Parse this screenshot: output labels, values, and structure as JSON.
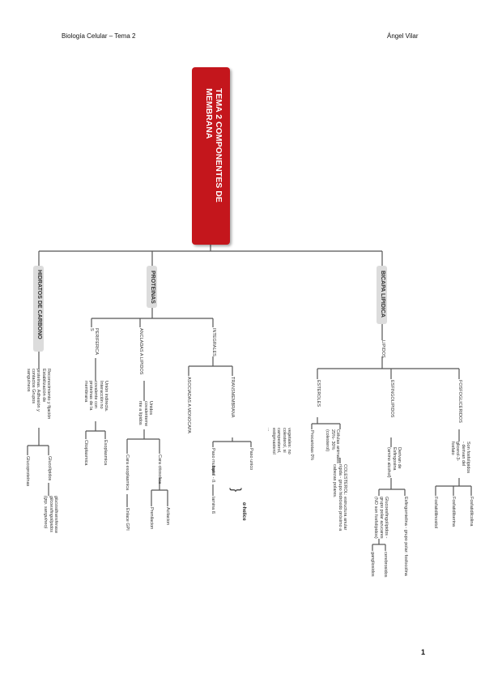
{
  "header": {
    "left": "Biología Celular – Tema 2",
    "right": "Ángel Vilar"
  },
  "page_number": "1",
  "title": "TEMA 2 COMPONENTES DE\nMEMBRANA",
  "branches": {
    "hidratos": "HIDRATOS DE CARBONO",
    "proteinas": "PROTEINAS",
    "bicapa": "BICAPA LIPIDICA"
  },
  "hidratos": {
    "desc": "Reconocimiento y fijación\nEstabilización de\nproteínas. Adhesión y\ncontactos Grupos\nsanguíneos",
    "glicolipidos": "Glucolípidos",
    "glicolipidos_desc": "glucosiltransferasa\nglicoesfingolípidos\n(grp. sanguíneo)",
    "glicoproteinas": "Glucoproteínas"
  },
  "proteinas": {
    "perifericas": "PERIFERICA\nS",
    "perif_desc": "Unión indirecta.\nInteracción no\ncovalente con\nproteínas de la\nmembrana",
    "exoplasmica": "Exoplasmica",
    "citoplasmica": "Citoplasmica",
    "ancladas": "ANCLADAS A LIPIDOS",
    "ancl_desc": "Unidos\ncovalenteme\nnte a lípidos",
    "cara_citosolica": "Cara citosolica",
    "acilacion": "Acilacion",
    "prenilacion": "Prenilacion",
    "cara_exoplasmica": "Cara exoplasmica",
    "enlace_gpi": "Enlace GPI",
    "integrales": "INTEGRALES",
    "asociadas": "ASOCIADAS A MONOCAPA",
    "transmembrana": "TRANSMEMBRANA",
    "paso_unico": "Paso unico",
    "paso_multiple": "Paso multiple",
    "barril": "barril - ß",
    "lamina": "lamina ß",
    "alfa": "α-helice"
  },
  "bicapa": {
    "lipidos": "LIPIDOS",
    "esteroles": "ESTEROLES",
    "ester_veg": "vegetales: no\ncolesterol, si\ncampesterol,\nestigmasterol\n...",
    "procariotas": "Procariotas 0%",
    "animales": "Células animales\n25%- 30%\n(colesterol)",
    "colesterol": "COLESTEROL: estructura anular\nrígida - grupo hidróxido próximo a\ncabezas polares.",
    "esfingolipidos": "ESFINGOLIPIDOS",
    "esf_desc": "Derivan de\nEsfingosina\n(amino alcohol)",
    "esfingomielina": "Esfingomielina - grupo polar: fosfocolina",
    "glucoesfingo": "Glucoesfingolípidos -\ngrupo polar azucares\n(NO son fosfolípidos)",
    "cerebrosidos": "cerebrosidos",
    "gangliosidos": "gangliosidos",
    "fosfogliceridos": "FOSFOGLICERIDOS",
    "fosfo_desc": "Son fosfolípidos\n- derivan del\nglicerol-3-\nfosfato",
    "fosfatidilcolina": "Fosfatidilcolina",
    "fosfatidilserina": "Fosfatidilserina",
    "fosfatidilinositol": "Fosfatidilinositol"
  }
}
